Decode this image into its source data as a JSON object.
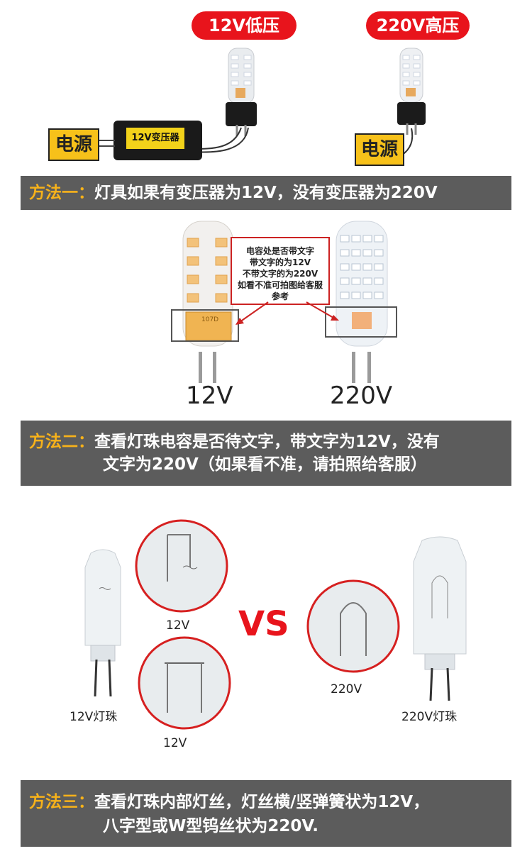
{
  "section1": {
    "pill_low": "12V低压",
    "pill_high": "220V高压",
    "power_left": "电源",
    "transformer": "12V变压器",
    "power_right": "电源",
    "band_label": "方法一：",
    "band_text": "灯具如果有变压器为12V，没有变压器为220V"
  },
  "section2": {
    "note_lines": [
      "电容处是否带文字",
      "带文字的为12V",
      "不带文字的为220V",
      "如看不准可拍图给客服参考"
    ],
    "cap_left": "12V",
    "cap_right": "220V",
    "chip_text": "107D",
    "band_label": "方法二：",
    "band_line1": "查看灯珠电容是否待文字，带文字为12V，没有",
    "band_line2": "文字为220V（如果看不准，请拍照给客服）"
  },
  "section3": {
    "circle_top_caption": "12V",
    "circle_bottom_caption": "12V",
    "vs": "VS",
    "circle_right_caption": "220V",
    "bulb_left_caption": "12V灯珠",
    "bulb_right_caption": "220V灯珠",
    "band_label": "方法三：",
    "band_line1": "查看灯珠内部灯丝，灯丝横/竖弹簧状为12V，",
    "band_line2": "八字型或W型钨丝状为220V."
  },
  "colors": {
    "red": "#e8141c",
    "yellow": "#f7c11a",
    "band": "#5c5c5c",
    "label": "#f7b21a"
  }
}
